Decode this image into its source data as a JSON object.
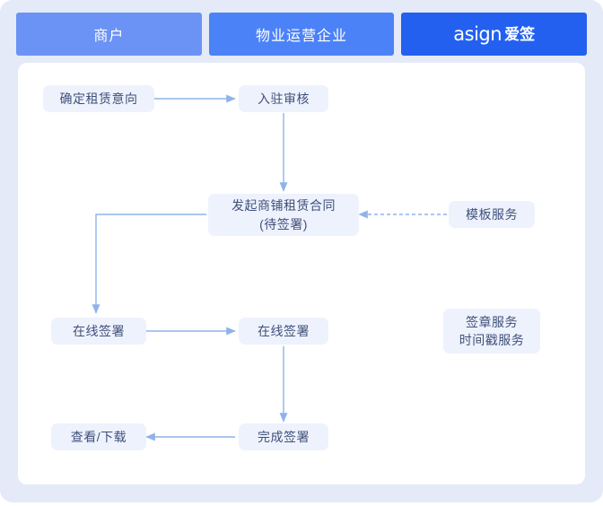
{
  "header": {
    "tabs": [
      {
        "label": "商户",
        "color": "#6b93f5",
        "type": "text"
      },
      {
        "label": "物业运营企业",
        "color": "#4c82f7",
        "type": "text"
      },
      {
        "label": "asign 爱签",
        "latin": "asign",
        "cjk": "爱签",
        "color": "#2360f0",
        "type": "logo"
      }
    ]
  },
  "flow": {
    "accent_line_color": "#8fb3e8",
    "node_fill": "#eef2fd",
    "node_text_color": "#40507a",
    "nodes": [
      {
        "id": "intent",
        "lines": [
          "确定租赁意向"
        ],
        "column": "商户"
      },
      {
        "id": "review",
        "lines": [
          "入驻审核"
        ],
        "column": "物业运营企业"
      },
      {
        "id": "contract",
        "lines": [
          "发起商铺租赁合同",
          "(待签署)"
        ],
        "column": "物业运营企业"
      },
      {
        "id": "template",
        "lines": [
          "模板服务"
        ],
        "column": "asign 爱签"
      },
      {
        "id": "sign-merchant",
        "lines": [
          "在线签署"
        ],
        "column": "商户"
      },
      {
        "id": "sign-property",
        "lines": [
          "在线签署"
        ],
        "column": "物业运营企业"
      },
      {
        "id": "seal-service",
        "lines": [
          "签章服务",
          "时间戳服务"
        ],
        "column": "asign 爱签"
      },
      {
        "id": "complete",
        "lines": [
          "完成签署"
        ],
        "column": "物业运营企业"
      },
      {
        "id": "download",
        "lines": [
          "查看/下载"
        ],
        "column": "商户"
      }
    ],
    "edges": [
      {
        "from": "intent",
        "to": "review",
        "style": "solid",
        "direction": "right"
      },
      {
        "from": "review",
        "to": "contract",
        "style": "solid",
        "direction": "down"
      },
      {
        "from": "template",
        "to": "contract",
        "style": "dashed",
        "direction": "left"
      },
      {
        "from": "contract",
        "to": "sign-merchant",
        "style": "solid",
        "direction": "elbow-down-left"
      },
      {
        "from": "sign-merchant",
        "to": "sign-property",
        "style": "solid",
        "direction": "right"
      },
      {
        "from": "sign-property",
        "to": "complete",
        "style": "solid",
        "direction": "down"
      },
      {
        "from": "complete",
        "to": "download",
        "style": "solid",
        "direction": "left"
      }
    ]
  }
}
